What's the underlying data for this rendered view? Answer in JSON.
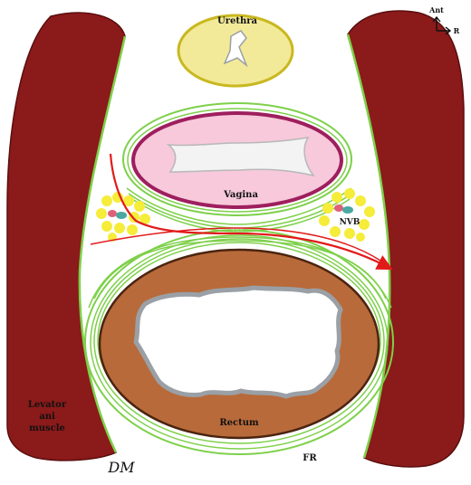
{
  "labels": {
    "urethra": "Urethra",
    "vagina": "Vagina",
    "nvb": "NVB",
    "rectum": "Rectum",
    "levator_line1": "Levator",
    "levator_line2": "ani",
    "levator_line3": "muscle",
    "fr": "FR",
    "dm": "DM",
    "stars": "***",
    "orientation_ant": "Ant",
    "orientation_r": "R"
  },
  "colors": {
    "levator_muscle": "#8b1a1a",
    "urethra_fill": "#f2ea98",
    "urethra_border": "#c9b820",
    "vagina_fill": "#f7c9da",
    "vagina_border": "#9e1f5e",
    "fascia_green": "#7ed04a",
    "rectum_fill": "#b86a3a",
    "lumen_border": "#9aa0a6",
    "nvb_fat": "#f6ec3a",
    "red_arrow": "#e21a1a"
  }
}
